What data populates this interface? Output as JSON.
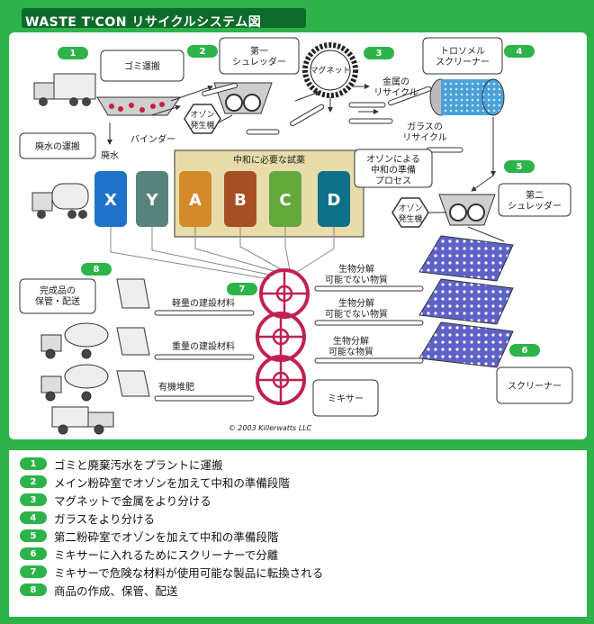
{
  "title": "WASTE T'CON リサイクルシステム図",
  "colors": {
    "frame_green": "#2db34a",
    "dark_green": "#0c6b2b",
    "tank_x": "#1e73c8",
    "tank_y": "#58837c",
    "tank_a": "#d28a2a",
    "tank_b": "#a74f24",
    "tank_c": "#64a83b",
    "tank_d": "#0e7088",
    "mixer": "#c02050",
    "screener": "#5e62c8"
  },
  "diagram": {
    "badges": [
      "1",
      "2",
      "3",
      "4",
      "5",
      "6",
      "7",
      "8"
    ],
    "labels": {
      "garbage_transport": "ゴミ運搬",
      "first_shredder": "第一\nシュレッダー",
      "magnet": "マグネット",
      "metal_recycle": "金属の\nリサイクル",
      "trommel": "トロソメル\nスクリーナー",
      "ozone_generator": "オゾン\n発生機",
      "ozone_neutralize": "オゾンによる\n中和の準備\nプロセス",
      "glass_recycle": "ガラスの\nリサイクル",
      "wastewater_transport": "廃水の運搬",
      "wastewater": "廃水",
      "binder": "バインダー",
      "reagents": "中和に必要な試薬",
      "second_shredder": "第二\nシュレッダー",
      "ozone_generator_2": "オゾン\n発生機",
      "storage": "完成品の\n保管・配送",
      "light_material": "軽量の建設材料",
      "heavy_material": "重量の建設材料",
      "compost": "有機堆肥",
      "non_bio_1": "生物分解\n可能でない物質",
      "non_bio_2": "生物分解\n可能でない物質",
      "bio": "生物分解\n可能な物質",
      "mixer": "ミキサー",
      "screener": "スクリーナー",
      "copyright": "© 2003 Killerwatts LLC"
    },
    "tanks": [
      "X",
      "Y",
      "A",
      "B",
      "C",
      "D"
    ]
  },
  "steps": [
    {
      "num": "1",
      "text": "ゴミと廃棄汚水をプラントに運搬"
    },
    {
      "num": "2",
      "text": "メイン粉砕室でオゾンを加えて中和の準備段階"
    },
    {
      "num": "3",
      "text": "マグネットで金属をより分ける"
    },
    {
      "num": "4",
      "text": "ガラスをより分ける"
    },
    {
      "num": "5",
      "text": "第二粉砕室でオゾンを加えて中和の準備段階"
    },
    {
      "num": "6",
      "text": "ミキサーに入れるためにスクリーナーで分離"
    },
    {
      "num": "7",
      "text": "ミキサーで危険な材料が使用可能な製品に転換される"
    },
    {
      "num": "8",
      "text": "商品の作成、保管、配送"
    }
  ]
}
